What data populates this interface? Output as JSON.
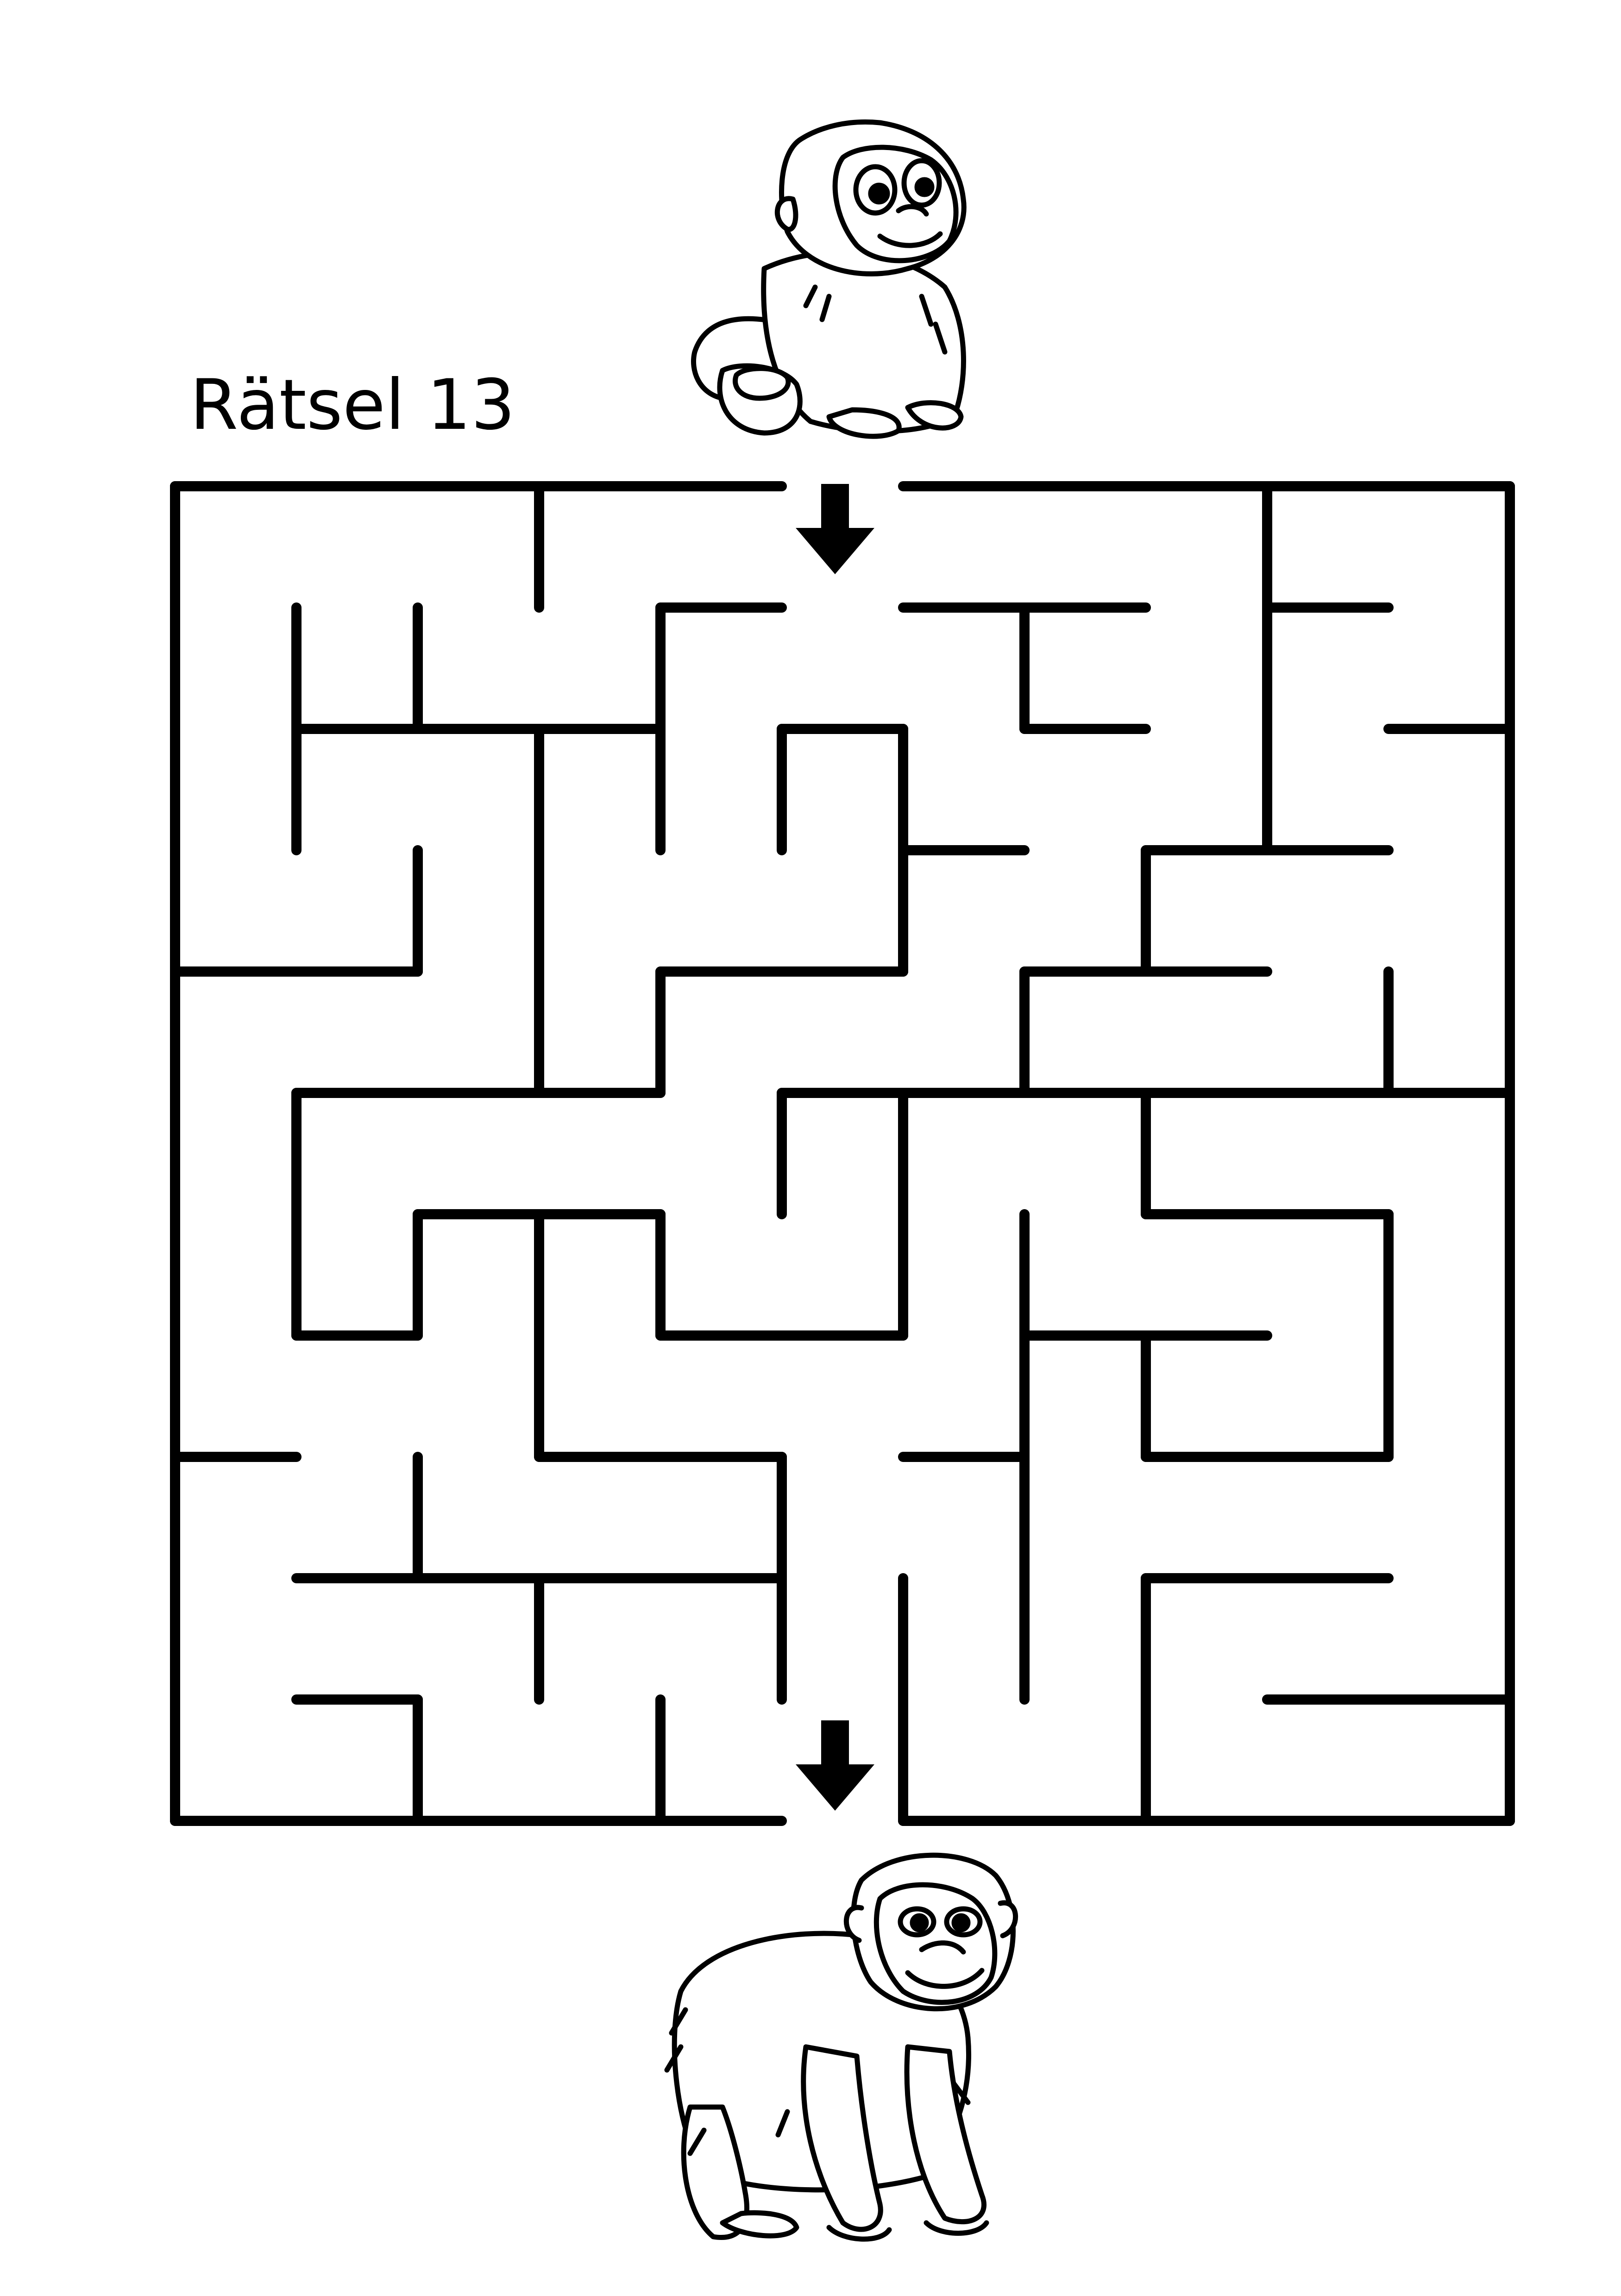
{
  "puzzle": {
    "title": "Rätsel 13",
    "type": "maze",
    "grid": {
      "cols": 11,
      "rows": 11
    },
    "entrance": {
      "side": "top",
      "column": 6
    },
    "exit": {
      "side": "bottom",
      "column": 6
    }
  },
  "illustrations": {
    "start_character": "baby-gorilla",
    "goal_character": "adult-gorilla"
  },
  "icons": {
    "start_arrow": "arrow-down-icon",
    "goal_arrow": "arrow-down-icon"
  },
  "colors": {
    "ink": "#000000",
    "paper": "#ffffff"
  }
}
